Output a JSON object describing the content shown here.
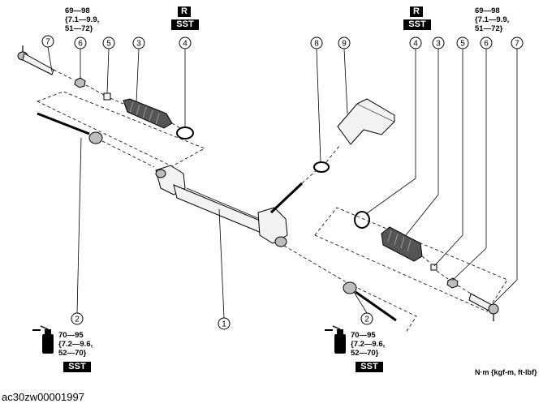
{
  "callouts": {
    "c7_left": "7",
    "c6_left": "6",
    "c5_left": "5",
    "c3_left": "3",
    "c4_left": "4",
    "c8": "8",
    "c9": "9",
    "c4_right": "4",
    "c3_right": "3",
    "c5_right": "5",
    "c6_right": "6",
    "c7_right": "7",
    "c2_left": "2",
    "c1": "1",
    "c2_right": "2"
  },
  "torque": {
    "tie_rod_end_left": "69—98\n{7.1—9.9,\n51—72}",
    "tie_rod_end_right": "69—98\n{7.1—9.9,\n51—72}",
    "tie_rod_left": "70—95\n{7.2—9.6,\n52—70}",
    "tie_rod_right": "70—95\n{7.2—9.6,\n52—70}"
  },
  "badges": {
    "r_left": "R",
    "sst_left_top": "SST",
    "r_right": "R",
    "sst_right_top": "SST",
    "sst_left_bottom": "SST",
    "sst_right_bottom": "SST"
  },
  "units": "N·m {kgf-m, ft-lbf}",
  "figure_id": "ac30zw00001997"
}
